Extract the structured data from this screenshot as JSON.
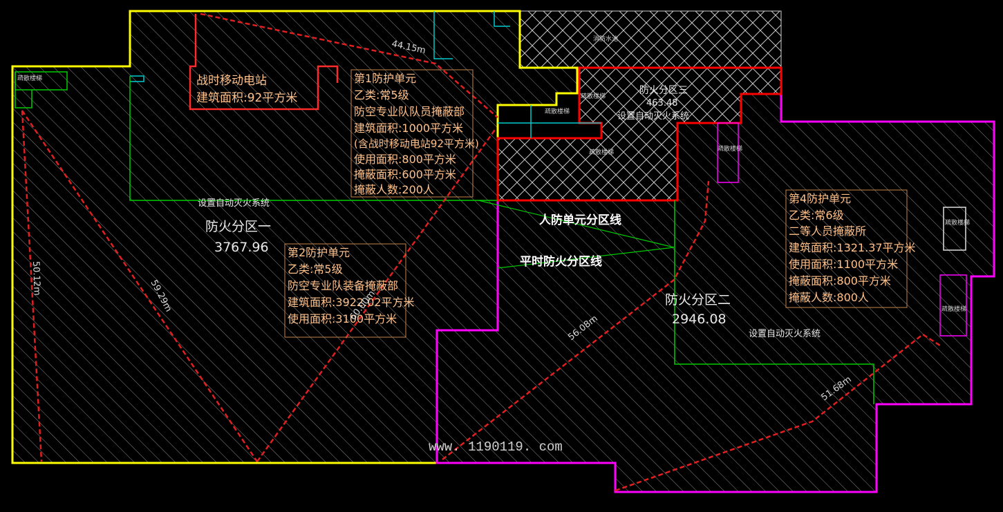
{
  "colors": {
    "background": "#000000",
    "fire_zone_1": "#ffff00",
    "fire_zone_2": "#ff00ff",
    "fire_zone_3": "#ff0000",
    "unit_partition": "#00cc00",
    "cyan_outline": "#00cccc",
    "evacuation_path": "#e02020",
    "label_box": "#c8854a"
  },
  "zones": {
    "zone1": {
      "name": "防火分区一",
      "area": "3767.96"
    },
    "zone2": {
      "name": "防火分区二",
      "area": "2946.08"
    },
    "zone3": {
      "name": "防火分区三",
      "area": "463.48"
    }
  },
  "auto_system_labels": [
    "设置自动灭火系统",
    "设置自动灭火系统",
    "设置自动灭火系统"
  ],
  "power_station": {
    "lines": [
      "战时移动电站",
      "建筑面积:92平方米"
    ]
  },
  "unit1": {
    "lines": [
      "第1防护单元",
      "乙类:常5级",
      "防空专业队队员掩蔽部",
      "建筑面积:1000平方米",
      "(含战时移动电站92平方米)",
      "使用面积:800平方米",
      "掩蔽面积:600平方米",
      "掩蔽人数:200人"
    ]
  },
  "unit2": {
    "lines": [
      "第2防护单元",
      "乙类:常5级",
      "防空专业队装备掩蔽部",
      "建筑面积:3922.02平方米",
      "使用面积:3100平方米"
    ]
  },
  "unit4": {
    "lines": [
      "第4防护单元",
      "乙类:常6级",
      "二等人员掩蔽所",
      "建筑面积:1321.37平方米",
      "使用面积:1100平方米",
      "掩蔽面积:800平方米",
      "掩蔽人数:800人"
    ]
  },
  "legend": {
    "unit_line": "人防单元分区线",
    "fire_line": "平时防火分区线"
  },
  "dimensions": [
    "44.15m",
    "50.12m",
    "59.29m",
    "60.00m",
    "56.08m",
    "51.68m"
  ],
  "small_labels": [
    "消防水池",
    "疏散楼梯",
    "疏散楼梯",
    "疏散楼梯",
    "疏散楼梯",
    "疏散楼梯",
    "疏散楼梯",
    "疏散楼梯"
  ],
  "watermark": "www. 1190119. com"
}
